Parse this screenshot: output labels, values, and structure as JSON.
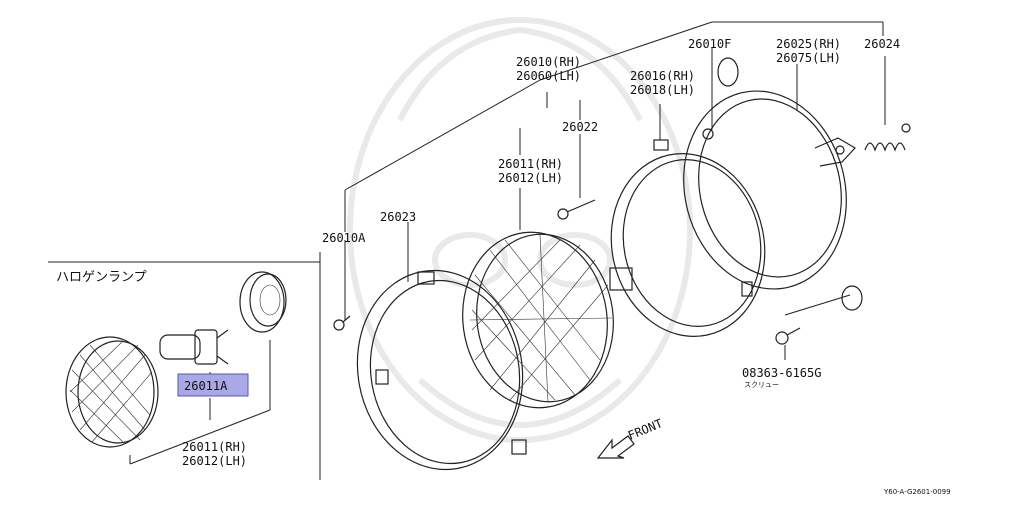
{
  "inset_title": "ハロゲンランプ",
  "labels": {
    "p26010": [
      "26010(RH)",
      "26060(LH)"
    ],
    "p26022": "26022",
    "p26011_main": [
      "26011(RH)",
      "26012(LH)"
    ],
    "p26023": "26023",
    "p26010A": "26010A",
    "p26010F": "26010F",
    "p26016": [
      "26016(RH)",
      "26018(LH)"
    ],
    "p26025": [
      "26025(RH)",
      "26075(LH)"
    ],
    "p26024": "26024",
    "p08363": "08363-6165G",
    "p08363_note": "スクリュー",
    "p26011A": "26011A",
    "p26011_inset": [
      "26011(RH)",
      "26012(LH)"
    ],
    "front": "FRONT",
    "ref_code": "Y60-A-G2601-0099"
  },
  "colors": {
    "highlight_fill": "#a9a9e6",
    "highlight_border": "#5555bb"
  }
}
